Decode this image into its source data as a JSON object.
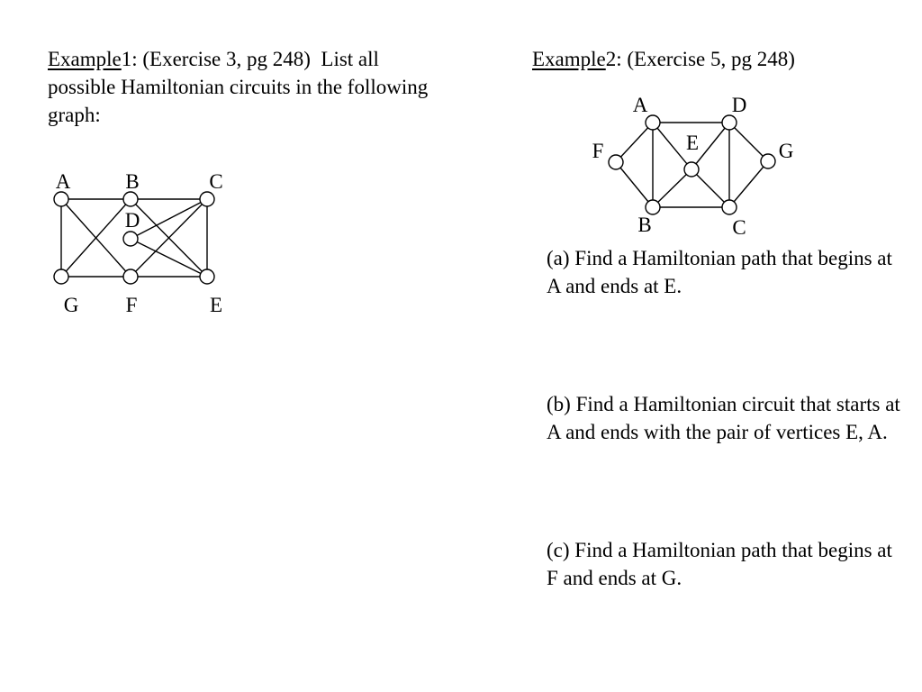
{
  "example1": {
    "label": "Example",
    "number": "1",
    "reference": ": (Exercise 3, pg 248)",
    "prompt": "List all possible Hamiltonian circuits in the following graph:"
  },
  "example2": {
    "label": "Example",
    "number": "2",
    "reference": ": (Exercise 5, pg 248)",
    "questions": {
      "a": "(a)  Find a Hamiltonian path that begins at A and ends at E.",
      "b": "(b)  Find a Hamiltonian circuit that starts at A and ends with the pair of vertices E, A.",
      "c": "(c)  Find a Hamiltonian path that begins at F and ends at G."
    }
  },
  "graph1": {
    "vertices": [
      "A",
      "B",
      "C",
      "D",
      "G",
      "F",
      "E"
    ],
    "edges": [
      [
        "A",
        "B"
      ],
      [
        "B",
        "C"
      ],
      [
        "A",
        "G"
      ],
      [
        "C",
        "E"
      ],
      [
        "G",
        "F"
      ],
      [
        "F",
        "E"
      ],
      [
        "A",
        "F"
      ],
      [
        "B",
        "G"
      ],
      [
        "C",
        "F"
      ],
      [
        "D",
        "C"
      ],
      [
        "D",
        "E"
      ],
      [
        "B",
        "E"
      ]
    ]
  },
  "graph2": {
    "vertices": [
      "A",
      "D",
      "E",
      "F",
      "G",
      "B",
      "C"
    ],
    "edges": [
      [
        "A",
        "D"
      ],
      [
        "B",
        "C"
      ],
      [
        "F",
        "A"
      ],
      [
        "F",
        "B"
      ],
      [
        "D",
        "G"
      ],
      [
        "G",
        "C"
      ],
      [
        "A",
        "B"
      ],
      [
        "A",
        "E"
      ],
      [
        "E",
        "C"
      ],
      [
        "D",
        "E"
      ],
      [
        "E",
        "B"
      ],
      [
        "D",
        "C"
      ]
    ]
  }
}
